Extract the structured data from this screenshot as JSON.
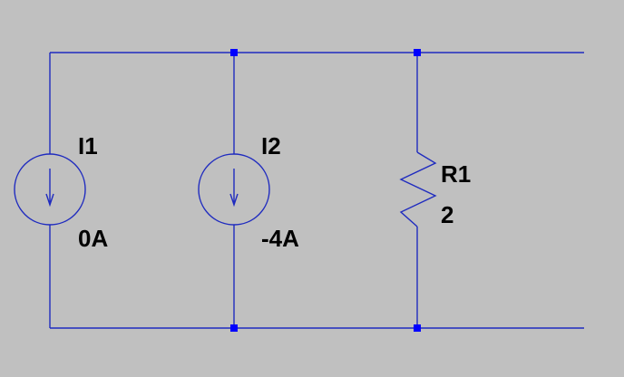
{
  "colors": {
    "background": "#c0c0c0",
    "wire": "#1f2bbf",
    "junction": "#0000ff",
    "label": "#000000"
  },
  "components": {
    "I1": {
      "name": "I1",
      "value": "0A",
      "symbol": "current-source-icon"
    },
    "I2": {
      "name": "I2",
      "value": "-4A",
      "symbol": "current-source-icon"
    },
    "R1": {
      "name": "R1",
      "value": "2",
      "symbol": "resistor-zigzag-icon"
    }
  }
}
